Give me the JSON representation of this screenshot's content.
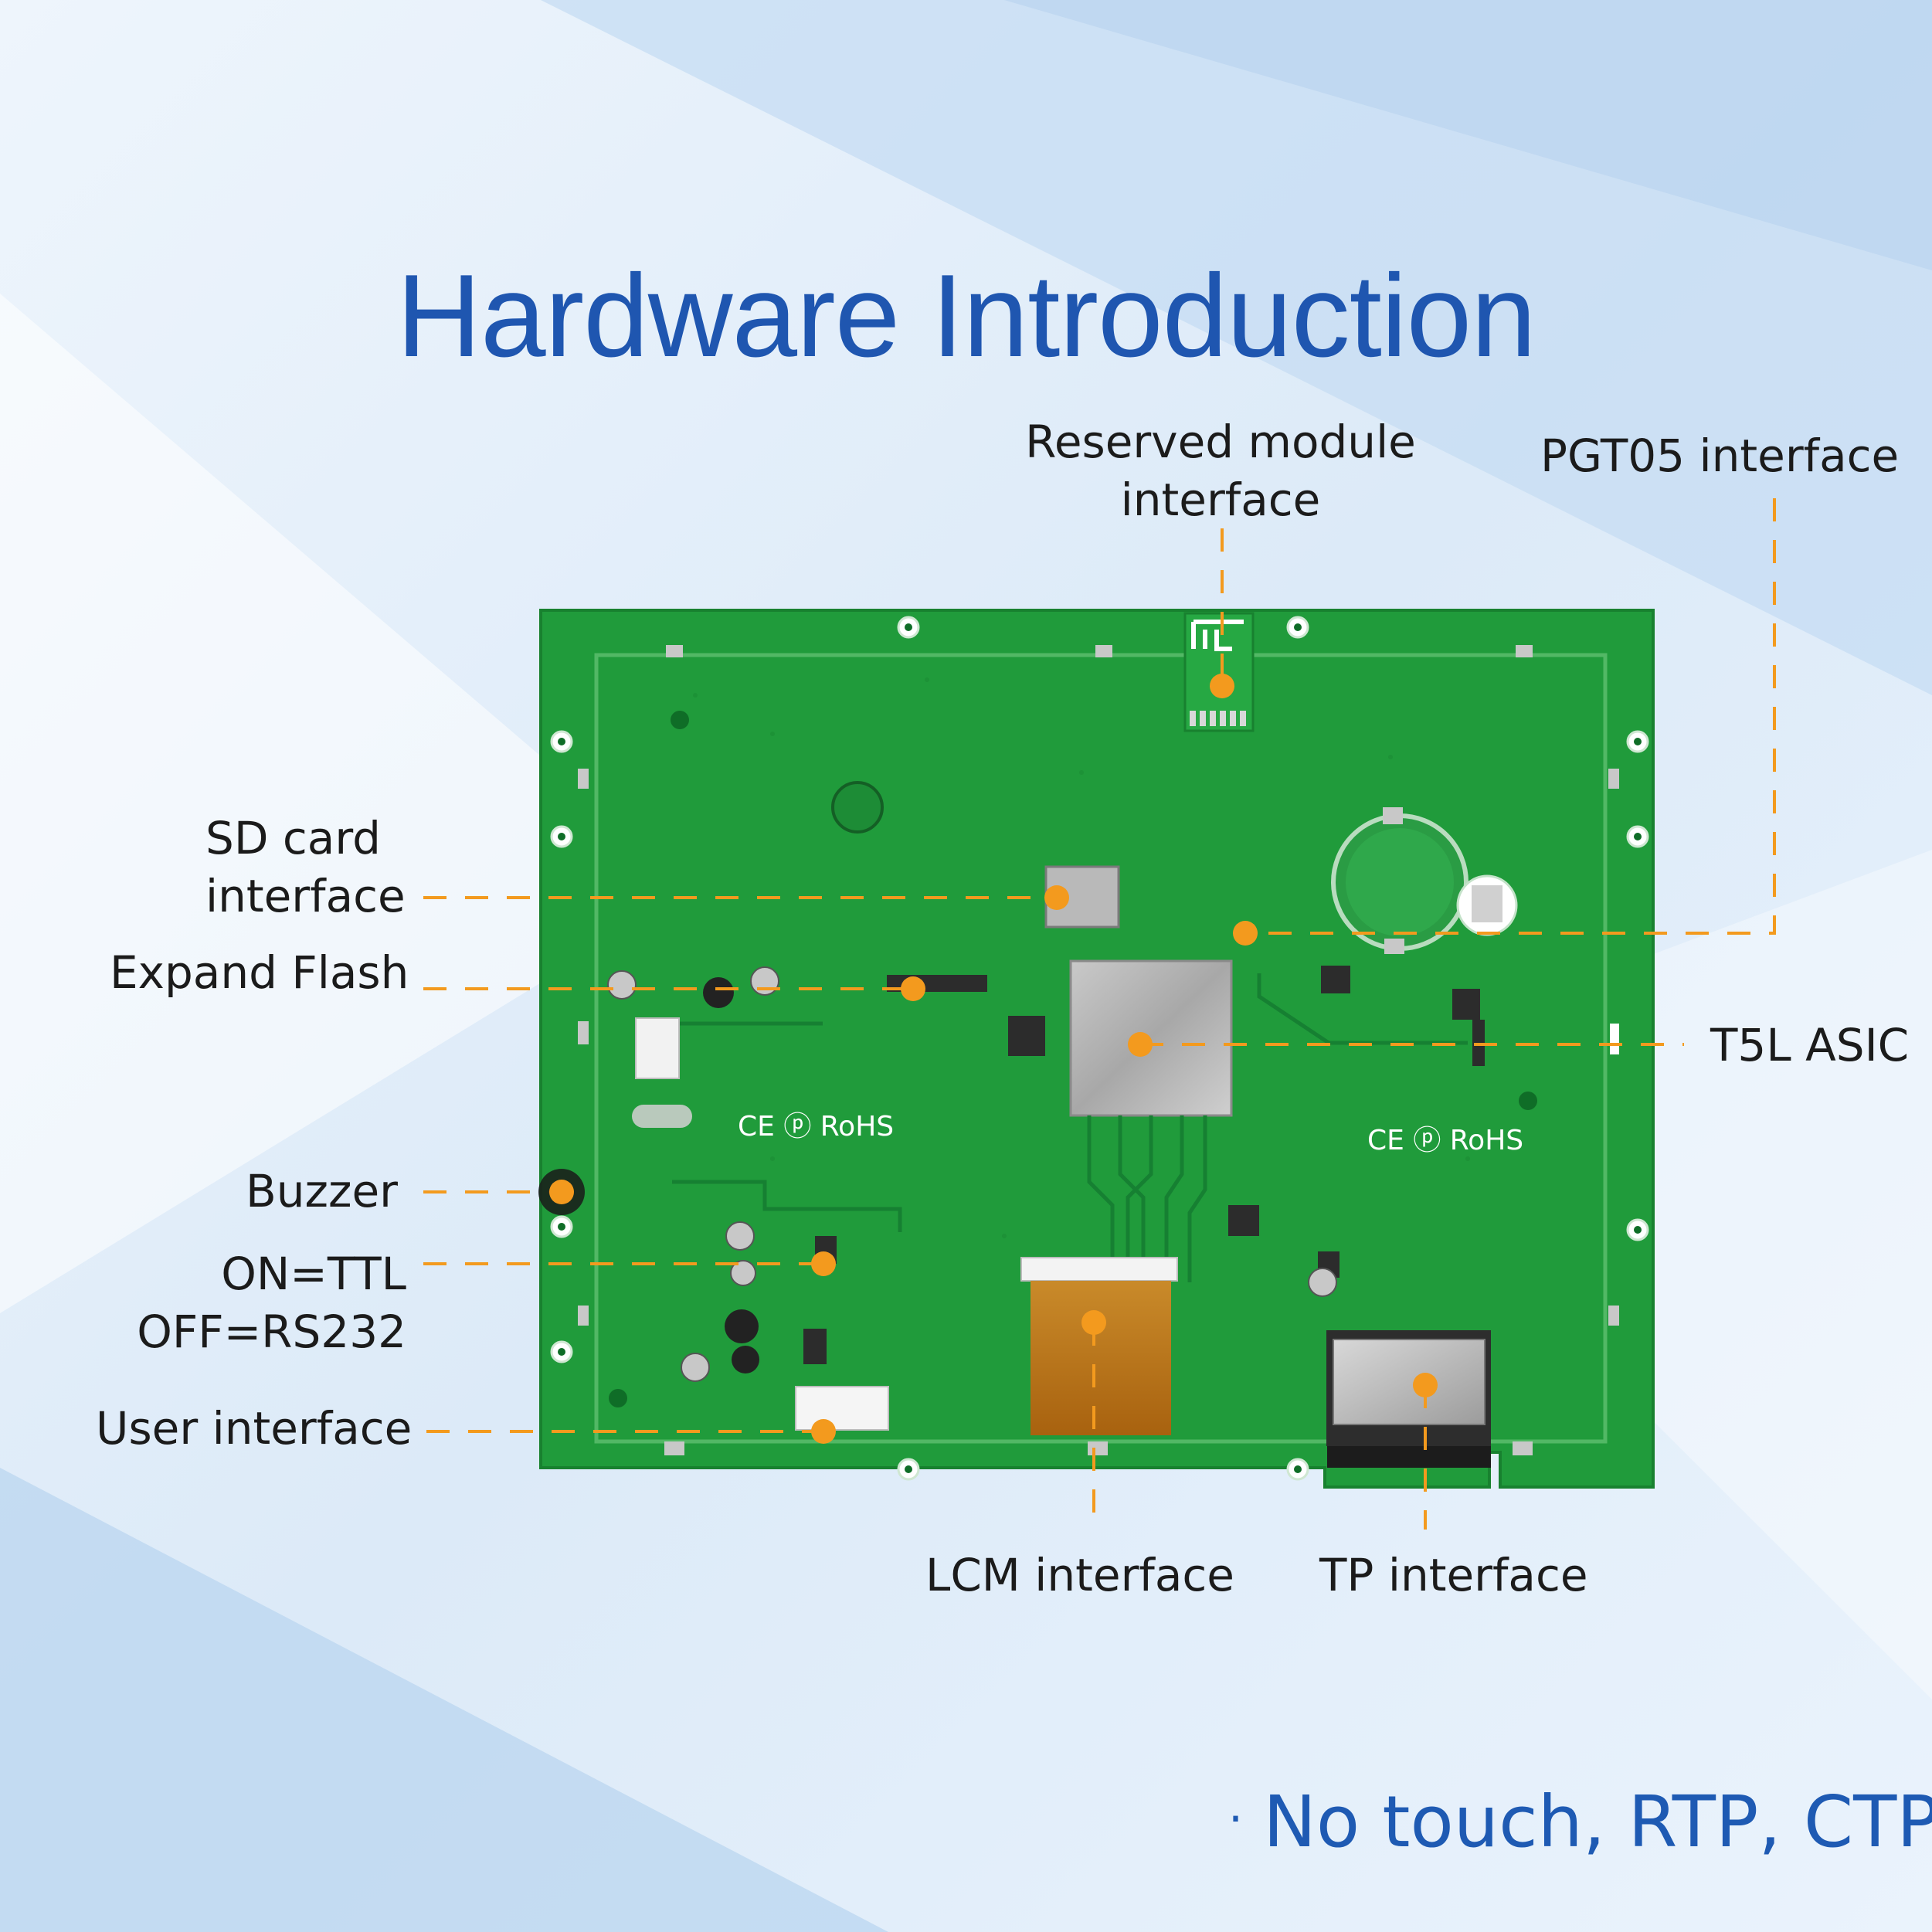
{
  "title": "Hardware Introduction",
  "labels": {
    "reserved_module_line1": "Reserved module",
    "reserved_module_line2": "interface",
    "pgt05": "PGT05 interface",
    "sd_card_line1": "SD card",
    "sd_card_line2": "interface",
    "expand_flash": "Expand Flash",
    "t5l_asic": "T5L ASIC",
    "buzzer": "Buzzer",
    "on_ttl": "ON=TTL",
    "off_rs232": "OFF=RS232",
    "user_interface": "User interface",
    "lcm_interface": "LCM interface",
    "tp_interface": "TP interface"
  },
  "footer": {
    "bullet": "·",
    "text": "No touch, RTP, CTP"
  },
  "colors": {
    "title": "#1f56b0",
    "pcb_green": "#1f9a3a",
    "marker_orange": "#f39a1e",
    "leader_line": "#f39a1e",
    "footer_text": "#1e5ab3"
  }
}
